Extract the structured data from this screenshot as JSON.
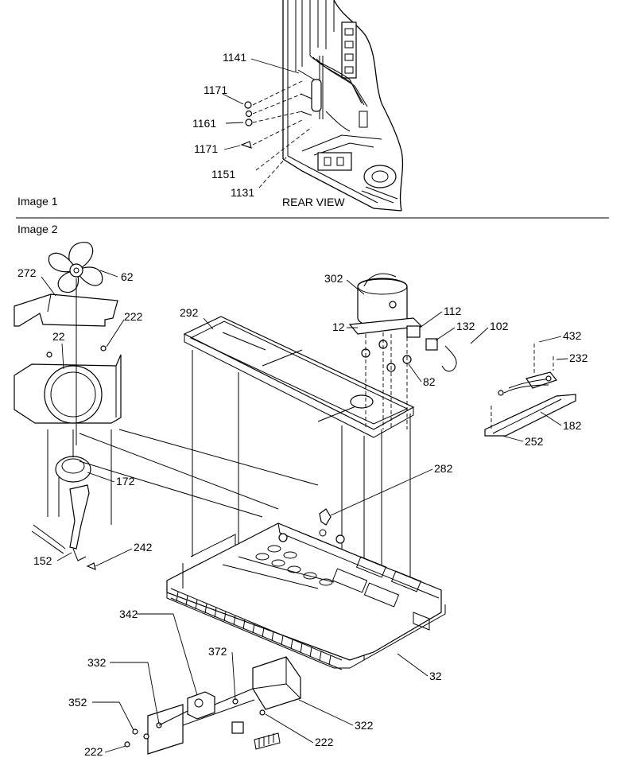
{
  "panels": {
    "image1": {
      "label": "Image 1",
      "view": "REAR VIEW"
    },
    "image2": {
      "label": "Image 2"
    }
  },
  "parts": {
    "p1141": "1141",
    "p1171a": "1171",
    "p1161": "1161",
    "p1171b": "1171",
    "p1151": "1151",
    "p1131": "1131",
    "p272": "272",
    "p62": "62",
    "p222a": "222",
    "p22": "22",
    "p292": "292",
    "p302": "302",
    "p112": "112",
    "p12": "12",
    "p132": "132",
    "p102": "102",
    "p432": "432",
    "p232": "232",
    "p82": "82",
    "p182": "182",
    "p252": "252",
    "p282": "282",
    "p172": "172",
    "p242": "242",
    "p152": "152",
    "p342": "342",
    "p372": "372",
    "p332": "332",
    "p32": "32",
    "p352": "352",
    "p322": "322",
    "p222b": "222",
    "p222c": "222"
  }
}
